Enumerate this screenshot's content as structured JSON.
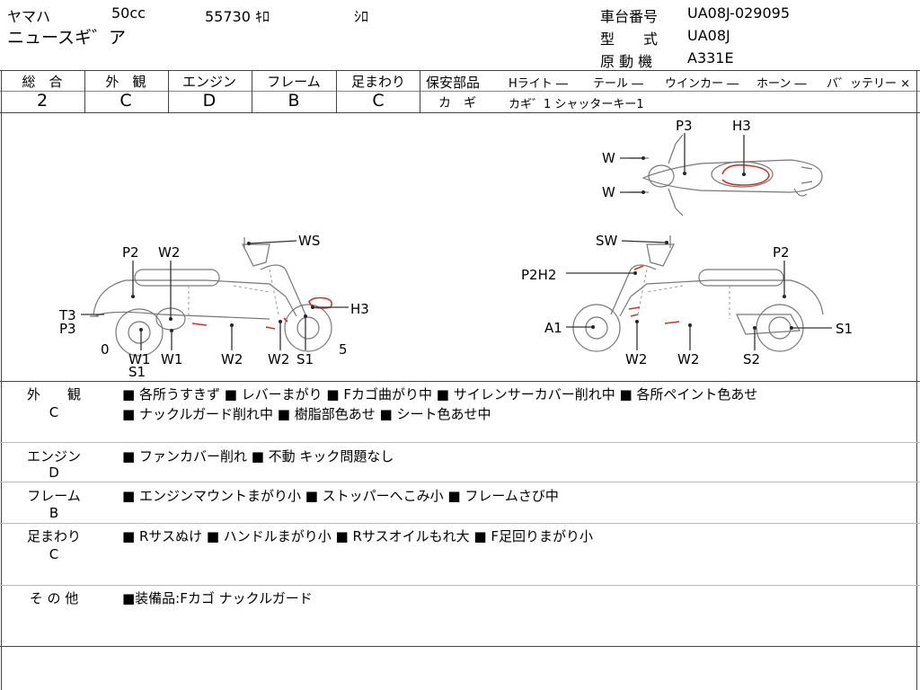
{
  "header": {
    "maker": "ヤマハ",
    "cc": "50cc",
    "mileage": "55730 ｷﾛ",
    "color": "ｼﾛ",
    "model_name": "ニュースギ゛ア",
    "frame_no_label": "車台番号",
    "frame_no": "UA08J-029095",
    "type_label": "型　　式",
    "type": "UA08J",
    "engine_label": "原 動 機",
    "engine": "A331E"
  },
  "grades": {
    "overall": {
      "label": "総　合",
      "value": "2"
    },
    "exterior": {
      "label": "外　観",
      "value": "C"
    },
    "engine": {
      "label": "エンジン",
      "value": "D"
    },
    "frame": {
      "label": "フレーム",
      "value": "B"
    },
    "suspension": {
      "label": "足まわり",
      "value": "C"
    }
  },
  "safety": {
    "label": "保安部品",
    "headlight": "Hライト ―",
    "taillight": "テール ―",
    "winker": "ウインカー ―",
    "horn": "ホーン ―",
    "battery": "バ゛ッテリー ×",
    "key_label": "カ　ギ",
    "key_value": "カギ゛1 シャッターキー1"
  },
  "diagram": {
    "top": {
      "p3": "P3",
      "h3": "H3",
      "w1": "W",
      "w2": "W"
    },
    "left": {
      "ws": "WS",
      "p2": "P2",
      "w2_top": "W2",
      "t3": "T3",
      "p3": "P3",
      "h3": "H3",
      "zero": "0",
      "five": "5",
      "w1a": "W1",
      "s1a": "S1",
      "w1b": "W1",
      "w2a": "W2",
      "w2b": "W2",
      "s1b": "S1"
    },
    "right": {
      "sw": "SW",
      "p2h2": "P2H2",
      "p2": "P2",
      "a1": "A1",
      "s1": "S1",
      "w2a": "W2",
      "w2b": "W2",
      "s2": "S2"
    }
  },
  "sections": [
    {
      "title": "外　　観",
      "grade": "C",
      "lines": [
        "■ 各所うすきず ■ レバーまがり ■ Fカゴ曲がり中 ■ サイレンサーカバー削れ中 ■ 各所ペイント色あせ",
        "■ ナックルガード削れ中 ■ 樹脂部色あせ ■ シート色あせ中"
      ]
    },
    {
      "title": "エンジン",
      "grade": "D",
      "lines": [
        "■ ファンカバー削れ ■ 不動 キック問題なし"
      ]
    },
    {
      "title": "フレーム",
      "grade": "B",
      "lines": [
        "■ エンジンマウントまがり小 ■ ストッパーへこみ小 ■ フレームさび中"
      ]
    },
    {
      "title": "足まわり",
      "grade": "C",
      "lines": [
        "■ Rサスぬけ ■ ハンドルまがり小 ■ Rサスオイルもれ大 ■ F足回りまがり小"
      ]
    },
    {
      "title": "そ の 他",
      "grade": "",
      "lines": [
        "■装備品:Fカゴ ナックルガード"
      ]
    }
  ]
}
